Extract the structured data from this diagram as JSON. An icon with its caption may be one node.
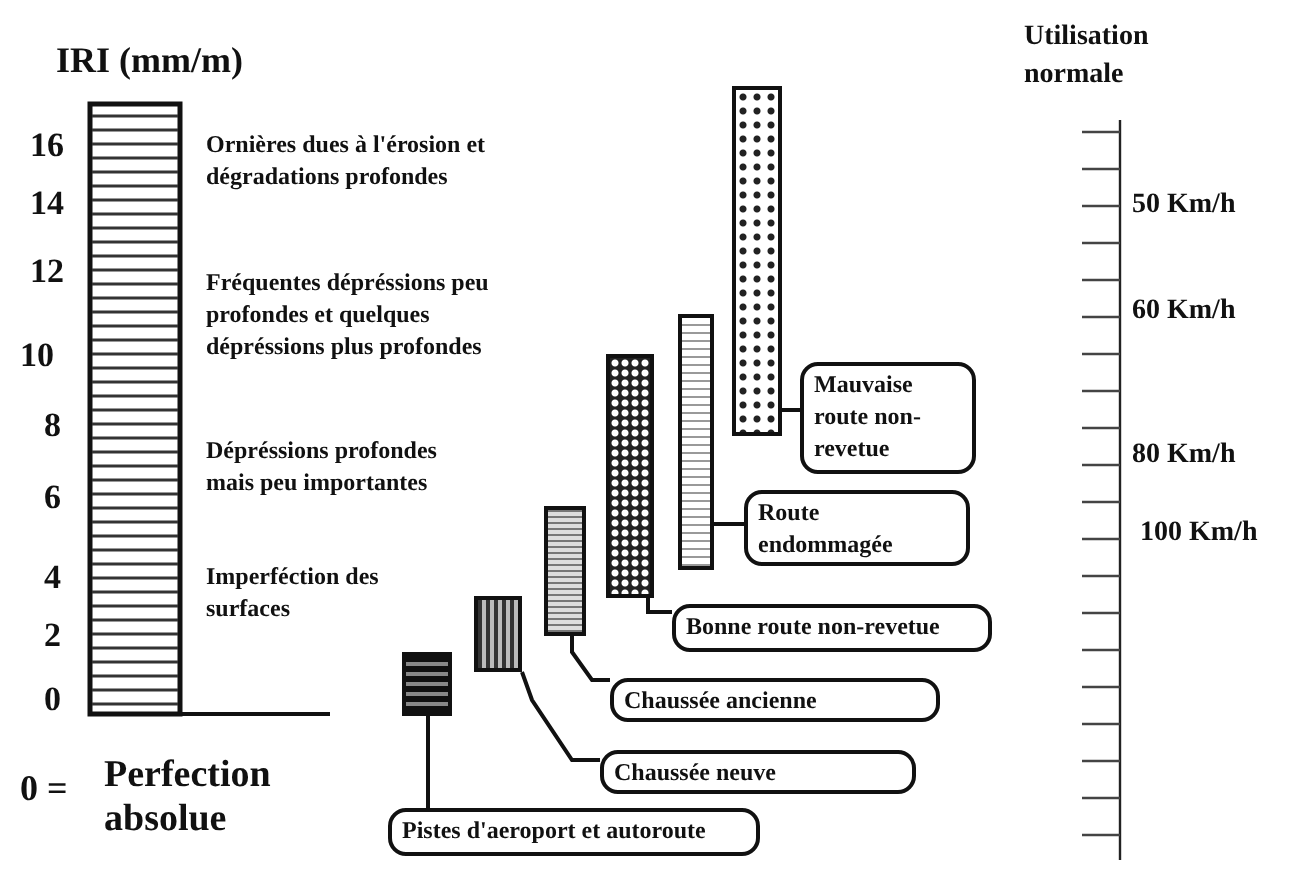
{
  "diagram": {
    "nodes": [
      {
        "text": [],
        "shape": "bar"
      },
      {
        "text": [],
        "shape": "bar"
      },
      {
        "text": [],
        "shape": "bar"
      },
      {
        "text": [],
        "shape": "bar"
      },
      {
        "text": [],
        "shape": "bar"
      },
      {
        "text": [],
        "shape": "bar"
      },
      {
        "text": [
          "Mauvaise route non-revetue"
        ]
      },
      {
        "text": [
          "Route endommagée"
        ]
      },
      {
        "text": [
          "Bonne route non-revetue"
        ]
      },
      {
        "text": [
          "Chaussée ancienne"
        ]
      },
      {
        "text": [
          "Chaussée neuve"
        ]
      },
      {
        "text": [
          "Pistes d'aeroport et autoroute"
        ]
      }
    ],
    "edges": [
      {
        "from": 6,
        "to": 5,
        "arrow": "none"
      },
      {
        "from": 7,
        "to": 4,
        "arrow": "none"
      },
      {
        "from": 8,
        "to": 3,
        "arrow": "none"
      },
      {
        "from": 9,
        "to": 2,
        "arrow": "none"
      },
      {
        "from": 10,
        "to": 1,
        "arrow": "none"
      },
      {
        "from": 11,
        "to": 0,
        "arrow": "none"
      }
    ],
    "labels": [
      "IRI (mm/m)",
      "Utilisation normale",
      "16",
      "Ornières dues à l'érosion et dégradations profondes",
      "14",
      "50 Km/h",
      "12",
      "Fréquentes dépréssions peu profondes et quelques dépréssions plus profondes",
      "60 Km/h",
      "10",
      "8",
      "Dépréssions profondes mais peu importantes",
      "80 Km/h",
      "6",
      "100 Km/h",
      "4",
      "Imperféction des surfaces",
      "2",
      "0",
      "0 =",
      "Perfection absolue"
    ]
  }
}
